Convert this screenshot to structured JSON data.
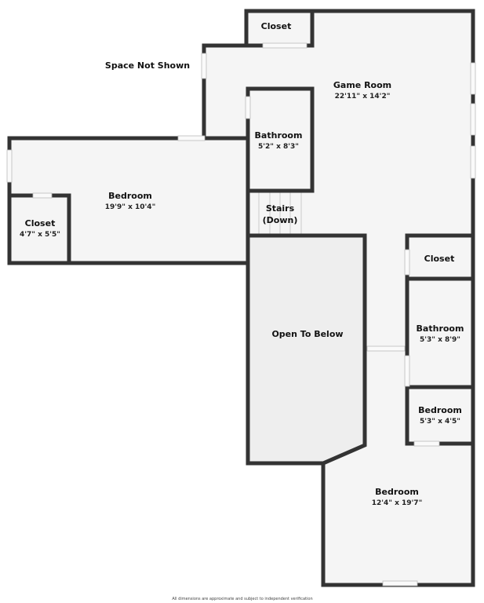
{
  "title": "Floor Plan",
  "rooms": {
    "space_not_shown": "Space Not Shown",
    "closet_top": {
      "name": "Closet"
    },
    "game_room": {
      "name": "Game Room",
      "dims": "22'11\" x 14'2\""
    },
    "bathroom_1": {
      "name": "Bathroom",
      "dims": "5'2\" x 8'3\""
    },
    "stairs": {
      "line1": "Stairs",
      "line2": "(Down)"
    },
    "bedroom_1": {
      "name": "Bedroom",
      "dims": "19'9\" x 10'4\""
    },
    "closet_left": {
      "name": "Closet",
      "dims": "4'7\" x 5'5\""
    },
    "closet_right": {
      "name": "Closet"
    },
    "open_to_below": {
      "name": "Open To Below"
    },
    "bathroom_2": {
      "name": "Bathroom",
      "dims": "5'3\" x 8'9\""
    },
    "bedroom_2": {
      "name": "Bedroom",
      "dims": "5'3\" x 4'5\""
    },
    "bedroom_3": {
      "name": "Bedroom",
      "dims": "12'4\" x 19'7\""
    }
  },
  "footer": "All dimensions are approximate and subject to independent verification",
  "colors": {
    "wall": "#333333",
    "floor": "#f5f5f5",
    "open": "#eeeeee"
  }
}
